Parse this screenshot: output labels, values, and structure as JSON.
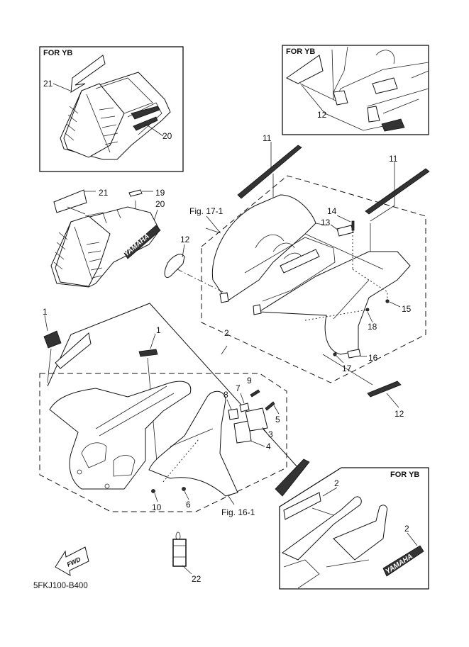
{
  "diagram": {
    "type": "exploded-parts-diagram",
    "catalog_code": "5FKJ100-B400",
    "direction_indicator": "FWD",
    "brand_decal_text": "YAMAHA",
    "inset_boxes": [
      {
        "id": "top-left",
        "label": "FOR YB",
        "parts": [
          "20",
          "21"
        ]
      },
      {
        "id": "top-right",
        "label": "FOR YB",
        "parts": [
          "12"
        ]
      },
      {
        "id": "bottom-right",
        "label": "FOR YB",
        "parts": [
          "2",
          "2"
        ]
      }
    ],
    "figure_refs": [
      {
        "label": "Fig. 17-1"
      },
      {
        "label": "Fig. 16-1"
      }
    ],
    "callouts": {
      "inset_tl_21": "21",
      "inset_tl_20": "20",
      "inset_tr_12": "12",
      "main_21": "21",
      "main_19": "19",
      "main_20": "20",
      "main_12_left": "12",
      "main_11_left": "11",
      "main_11_right": "11",
      "main_14": "14",
      "main_13": "13",
      "main_15": "15",
      "main_18": "18",
      "main_16": "16",
      "main_17": "17",
      "main_12_right": "12",
      "main_2": "2",
      "main_1_left": "1",
      "main_1_mid": "1",
      "main_9": "9",
      "main_7": "7",
      "main_8": "8",
      "main_5": "5",
      "main_3": "3",
      "main_4": "4",
      "main_10": "10",
      "main_6": "6",
      "inset_br_2_top": "2",
      "inset_br_2_right": "2",
      "main_22": "22"
    }
  }
}
